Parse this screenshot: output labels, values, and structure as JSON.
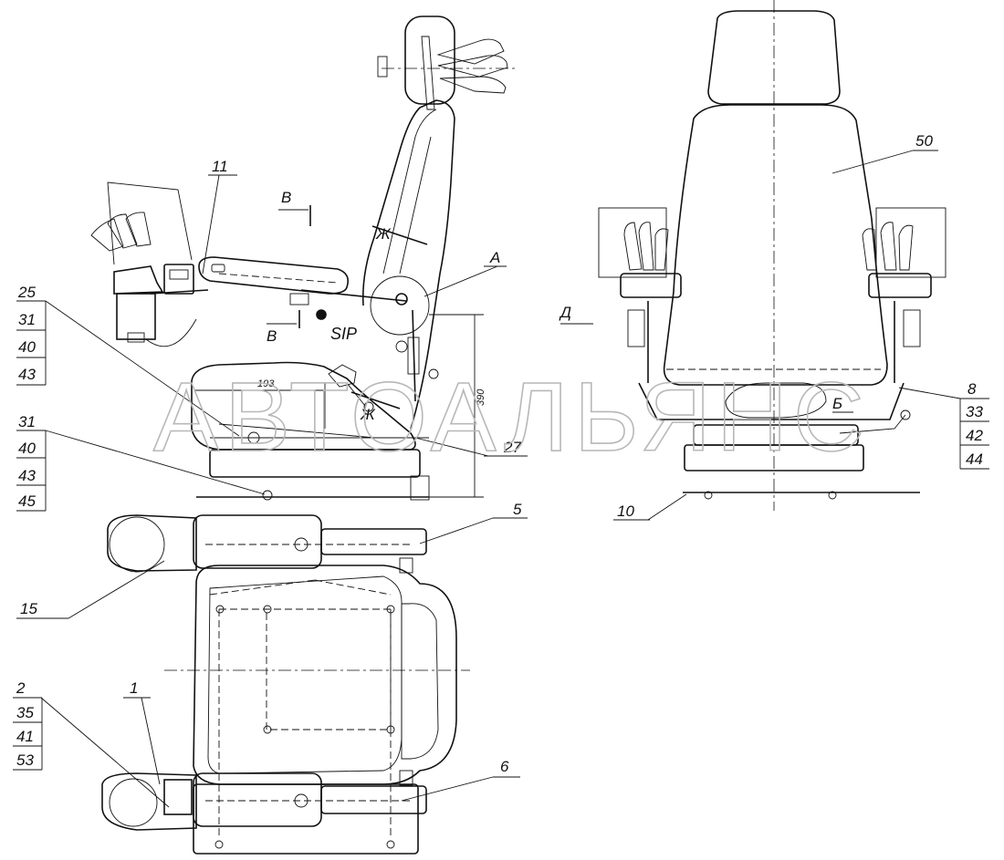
{
  "drawing": {
    "watermark": "АВТОАЛЬЯНС",
    "labels": {
      "l1": "1",
      "l2": "2",
      "l5": "5",
      "l6": "6",
      "l8": "8",
      "l10": "10",
      "l11": "11",
      "l15": "15",
      "l25": "25",
      "l27": "27",
      "l50": "50",
      "la": "A",
      "lb": "Б",
      "lv1": "В",
      "lv2": "В",
      "ld": "Д",
      "lzh1": "Ж",
      "lzh2": "Ж",
      "sip": "SIP"
    },
    "dimensions": {
      "width": "193",
      "height": "390"
    },
    "callout_stacks": {
      "stack_25": [
        "25",
        "31",
        "40",
        "43"
      ],
      "stack_31": [
        "31",
        "40",
        "43",
        "45"
      ],
      "stack_2": [
        "2",
        "35",
        "41",
        "53"
      ],
      "stack_8": [
        "8",
        "33",
        "42",
        "44"
      ]
    }
  }
}
